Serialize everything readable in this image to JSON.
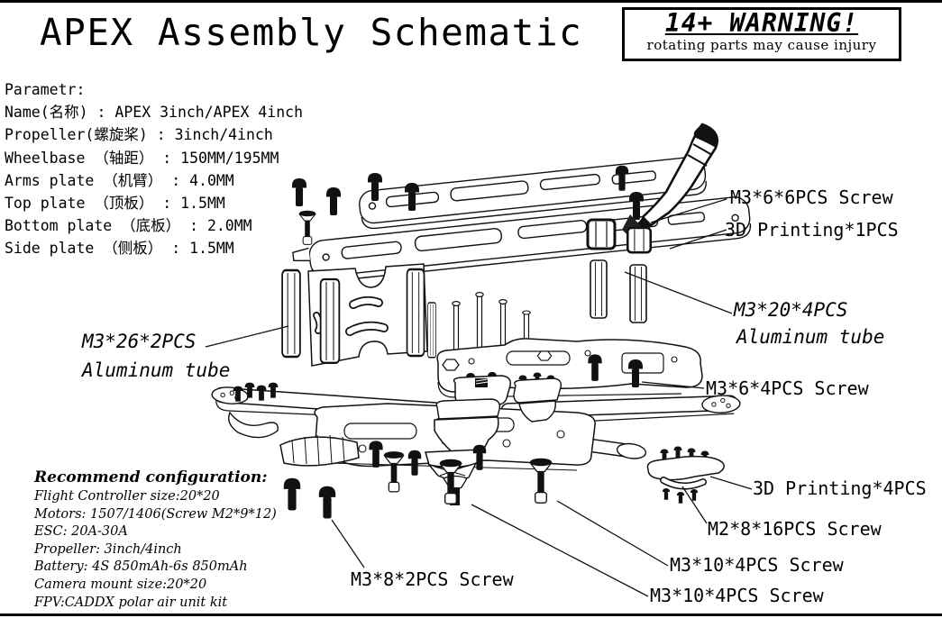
{
  "header": {
    "title": "APEX Assembly Schematic"
  },
  "warning": {
    "title": "14+ WARNING!",
    "subtitle": "rotating parts may cause injury"
  },
  "parameters": {
    "heading": "Parametr:",
    "items": [
      "Name(名称) : APEX 3inch/APEX 4inch",
      "Propeller(螺旋桨) : 3inch/4inch",
      "Wheelbase （轴距） : 150MM/195MM",
      "Arms plate （机臂） : 4.0MM",
      "Top plate （顶板） : 1.5MM",
      "Bottom plate （底板） : 2.0MM",
      "Side plate （侧板） : 1.5MM"
    ]
  },
  "recommend": {
    "heading": "Recommend configuration:",
    "items": [
      "Flight Controller size:20*20",
      "Motors: 1507/1406(Screw M2*9*12)",
      "ESC: 20A-30A",
      "Propeller: 3inch/4inch",
      "Battery: 4S 850mAh-6s 850mAh",
      "Camera mount size:20*20",
      "FPV:CADDX polar air unit kit"
    ]
  },
  "callouts": {
    "m3_6_6": "M3*6*6PCS Screw",
    "printing_1": "3D Printing*1PCS",
    "m3_20": "M3*20*4PCS",
    "m3_20_sub": "Aluminum tube",
    "m3_26": "M3*26*2PCS",
    "m3_26_sub": "Aluminum tube",
    "m3_6_4": "M3*6*4PCS Screw",
    "printing_4": "3D Printing*4PCS",
    "m2_8_16": "M2*8*16PCS Screw",
    "m3_10_a": "M3*10*4PCS Screw",
    "m3_10_b": "M3*10*4PCS Screw",
    "m3_8_2": "M3*8*2PCS Screw"
  },
  "colors": {
    "ink": "#111111",
    "paper": "#ffffff"
  }
}
